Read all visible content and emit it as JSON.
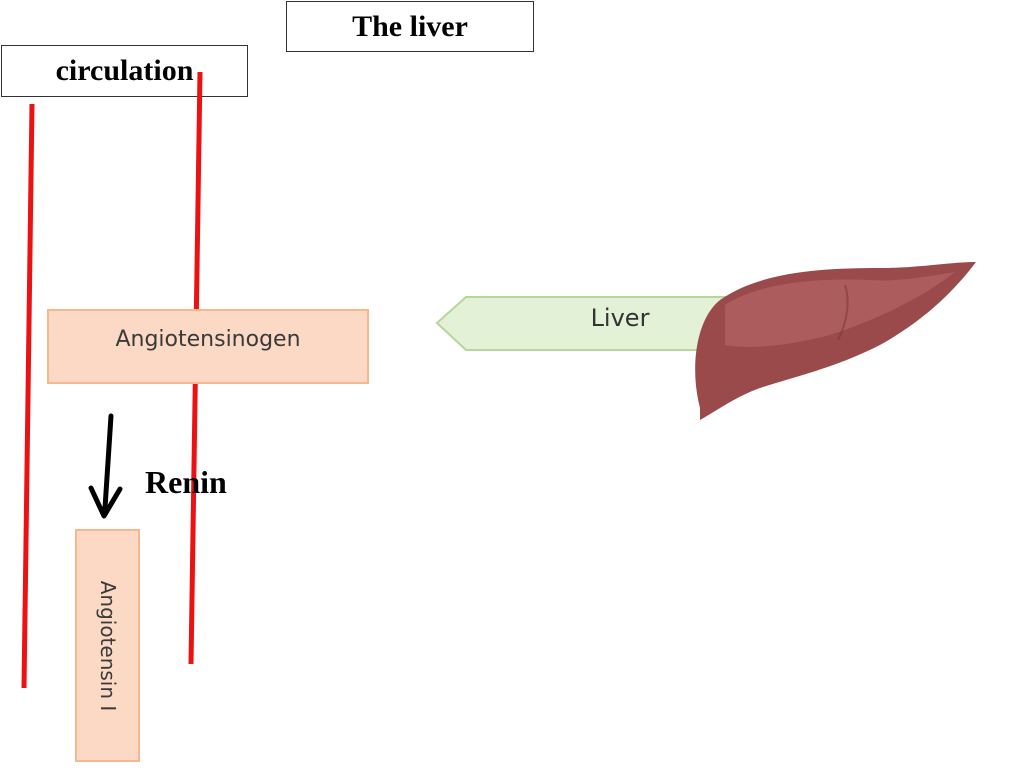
{
  "titles": {
    "liver": "The liver",
    "circulation": "circulation"
  },
  "diagram": {
    "angiotensinogen": "Angiotensinogen",
    "enzyme": "Renin",
    "angiotensin": "Angiotensin I",
    "source_organ": "Liver"
  },
  "colors": {
    "divider_red": "#ee1111",
    "box_fill": "#fbd9c4",
    "box_border": "#f6b890",
    "arrow_fill": "#e3f1d6",
    "arrow_border": "#b8d69b",
    "liver_fill": "#9a4a4a",
    "liver_highlight": "#b36464"
  },
  "icons": {
    "organ": "liver-icon",
    "reaction_arrow": "arrow-down-icon"
  }
}
